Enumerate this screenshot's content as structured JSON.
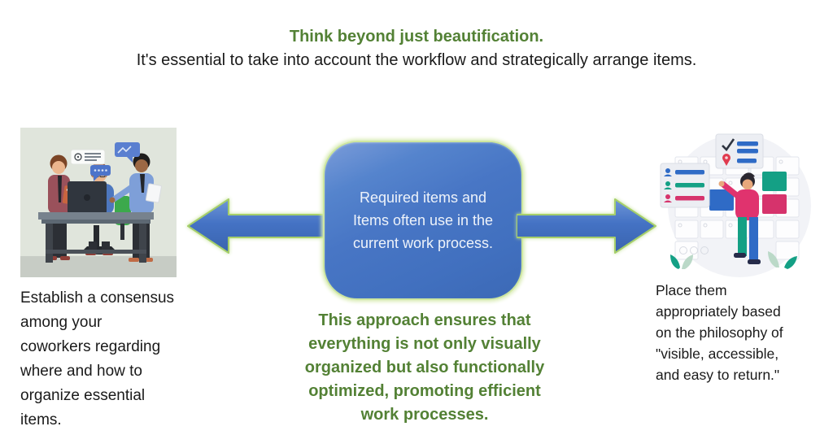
{
  "header": {
    "title": "Think beyond just beautification.",
    "subtitle": "It's essential to take into account the workflow and strategically arrange items."
  },
  "center": {
    "box_lines": [
      "Required items and",
      "Items often use in the",
      "current work process."
    ],
    "conclusion_lines": [
      "This approach ensures that",
      "everything is not only visually",
      "organized but also functionally",
      "optimized, promoting efficient",
      "work processes."
    ]
  },
  "left": {
    "caption_lines": [
      "Establish a consensus",
      "among your",
      "coworkers regarding",
      "where and how to",
      "organize essential",
      "items."
    ],
    "illustration": "team-discussion-illustration"
  },
  "right": {
    "caption_lines": [
      "Place them",
      "appropriately based",
      "on the philosophy of",
      "\"visible, accessible,",
      "and easy to return.\""
    ],
    "illustration": "organizing-board-illustration"
  },
  "icons": [
    "left-arrow-shape",
    "right-arrow-shape",
    "gear-icon",
    "chat-bubble-icon",
    "chart-bubble-icon",
    "checkmark-icon",
    "location-pin-icon",
    "person-icon"
  ],
  "colors": {
    "accent_green": "#538135",
    "box_blue": "#4472C4",
    "glow_green": "#B8DC86",
    "text_black": "#1A1A1A"
  }
}
